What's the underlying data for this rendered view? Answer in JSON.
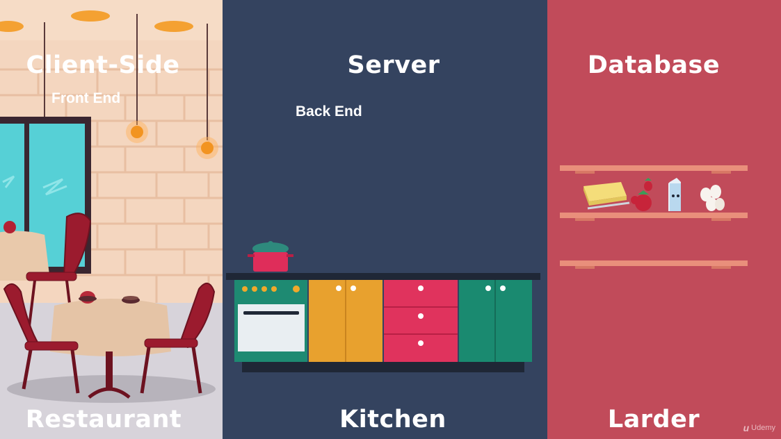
{
  "panels": {
    "client": {
      "title": "Client-Side",
      "subtitle": "Front End",
      "label": "Restaurant"
    },
    "server": {
      "title": "Server",
      "subtitle": "Back End",
      "label": "Kitchen"
    },
    "database": {
      "title": "Database",
      "label": "Larder"
    }
  },
  "brand": {
    "name": "Udemy",
    "logo": "u-logo-icon"
  },
  "colors": {
    "restaurant_wall": "#f4d6bf",
    "kitchen_bg": "#34435f",
    "larder_bg": "#c14b5a",
    "title_text": "#ffffff"
  }
}
